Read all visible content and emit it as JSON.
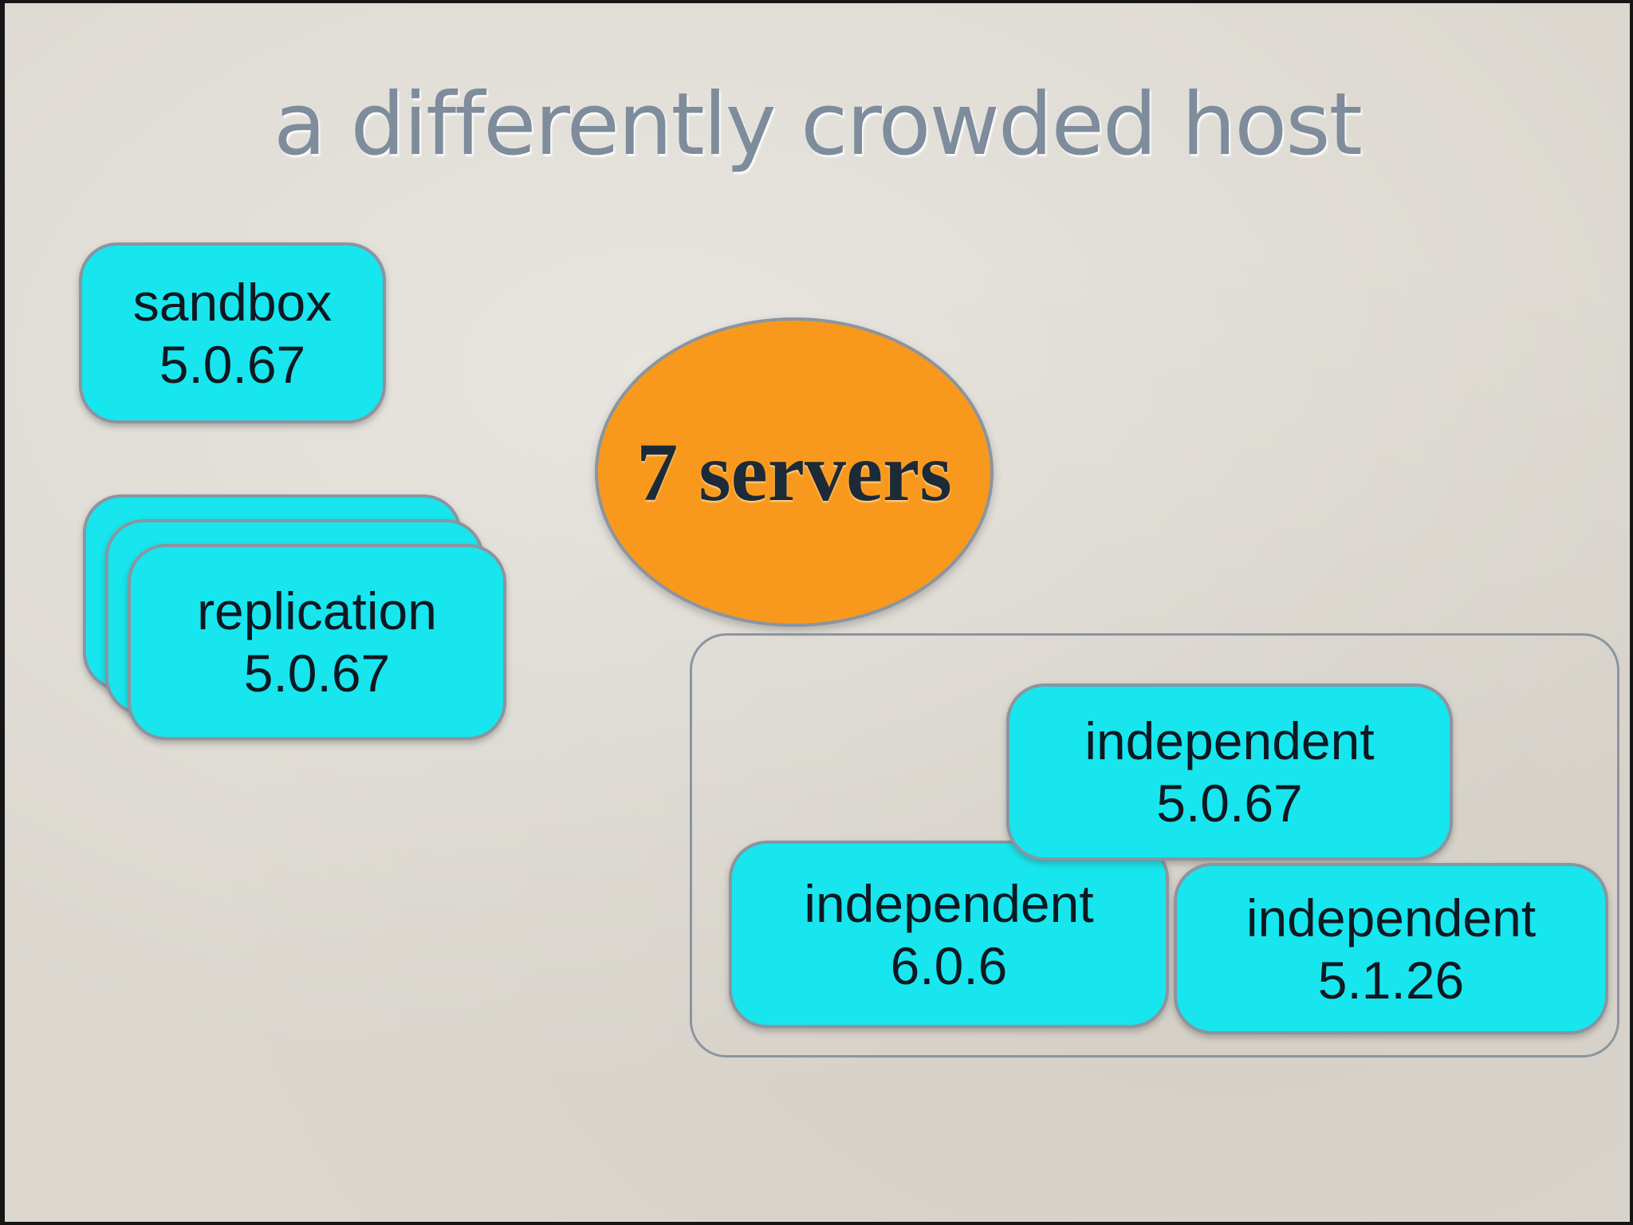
{
  "title": "a differently crowded host",
  "ellipse": {
    "label": "7 servers"
  },
  "boxes": {
    "sandbox": {
      "name": "sandbox",
      "version": "5.0.67"
    },
    "replication": {
      "name": "replication",
      "version": "5.0.67",
      "stack_count": 3
    },
    "independent_top": {
      "name": "independent",
      "version": "5.0.67"
    },
    "independent_left": {
      "name": "independent",
      "version": "6.0.6"
    },
    "independent_right": {
      "name": "independent",
      "version": "5.1.26"
    }
  },
  "colors": {
    "background": "#dbd7cf",
    "frame": "#161616",
    "cyan": "#17e6ee",
    "orange": "#f8991d",
    "shape_border": "#8a95a0",
    "title_text": "#7e8c9c",
    "box_text": "#0e1821",
    "ellipse_text": "#1d2a38"
  }
}
